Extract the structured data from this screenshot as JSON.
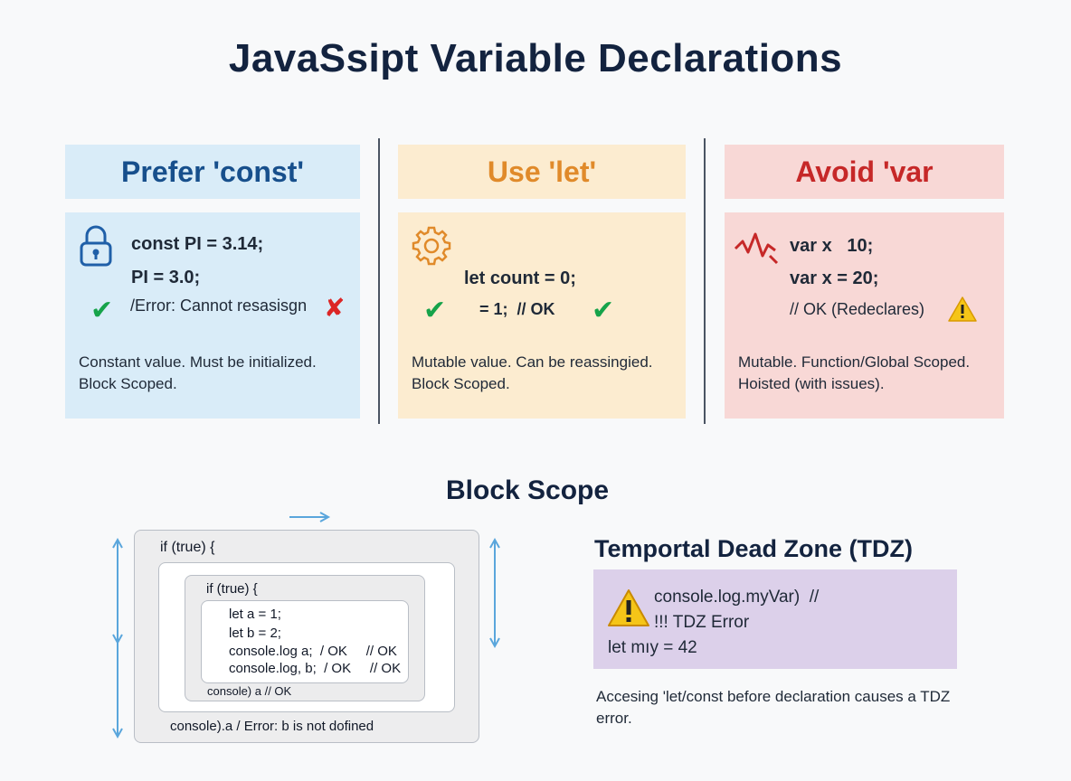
{
  "title": "JavaSsipt Variable Declarations",
  "columns": [
    {
      "header": "Prefer 'const'",
      "icon": "lock-icon",
      "lines": [
        "const PI = 3.14;",
        "PI = 3.0;",
        "/Error: Cannot resasisgn"
      ],
      "description": [
        "Constant value. Must be initialized.",
        "Block Scoped."
      ]
    },
    {
      "header": "Use 'let'",
      "icon": "gear-icon",
      "lines": [
        "let count = 0;",
        "= 1;  // OK"
      ],
      "description": [
        "Mutable value. Can be reassingied.",
        "Block Scoped."
      ]
    },
    {
      "header": "Avoid 'var",
      "icon": "zigzag-icon",
      "lines": [
        "var x   10;",
        "var x = 20;",
        "// OK (Redeclares)"
      ],
      "description": [
        "Mutable. Function/Global Scoped.",
        "Hoisted (with issues)."
      ]
    }
  ],
  "block_scope": {
    "title": "Block Scope",
    "outer_if": "if (true) {",
    "inner_if": "if (true) {",
    "inner_lines": [
      "let a = 1;",
      "let b = 2;",
      "console.log a;  / OK     // OK",
      "console.log, b;  / OK     // OK"
    ],
    "middle_line": "console) a // OK",
    "outer_line": "console).a / Error: b is not dofined"
  },
  "tdz": {
    "title": "Temportal Dead Zone (TDZ)",
    "lines": [
      "console.log.myVar)  //",
      "!!! TDZ Error",
      "let mıy = 42"
    ],
    "description": [
      "Accesing 'let/const before declaration causes a TDZ",
      "error."
    ]
  },
  "colors": {
    "const_header": "#174f8c",
    "let_header": "#e08a2a",
    "var_header": "#c62828",
    "const_bg": "#d9ecf8",
    "let_bg": "#fcecd0",
    "var_bg": "#f8d8d6",
    "tdz_bg": "#dcd0ea"
  }
}
